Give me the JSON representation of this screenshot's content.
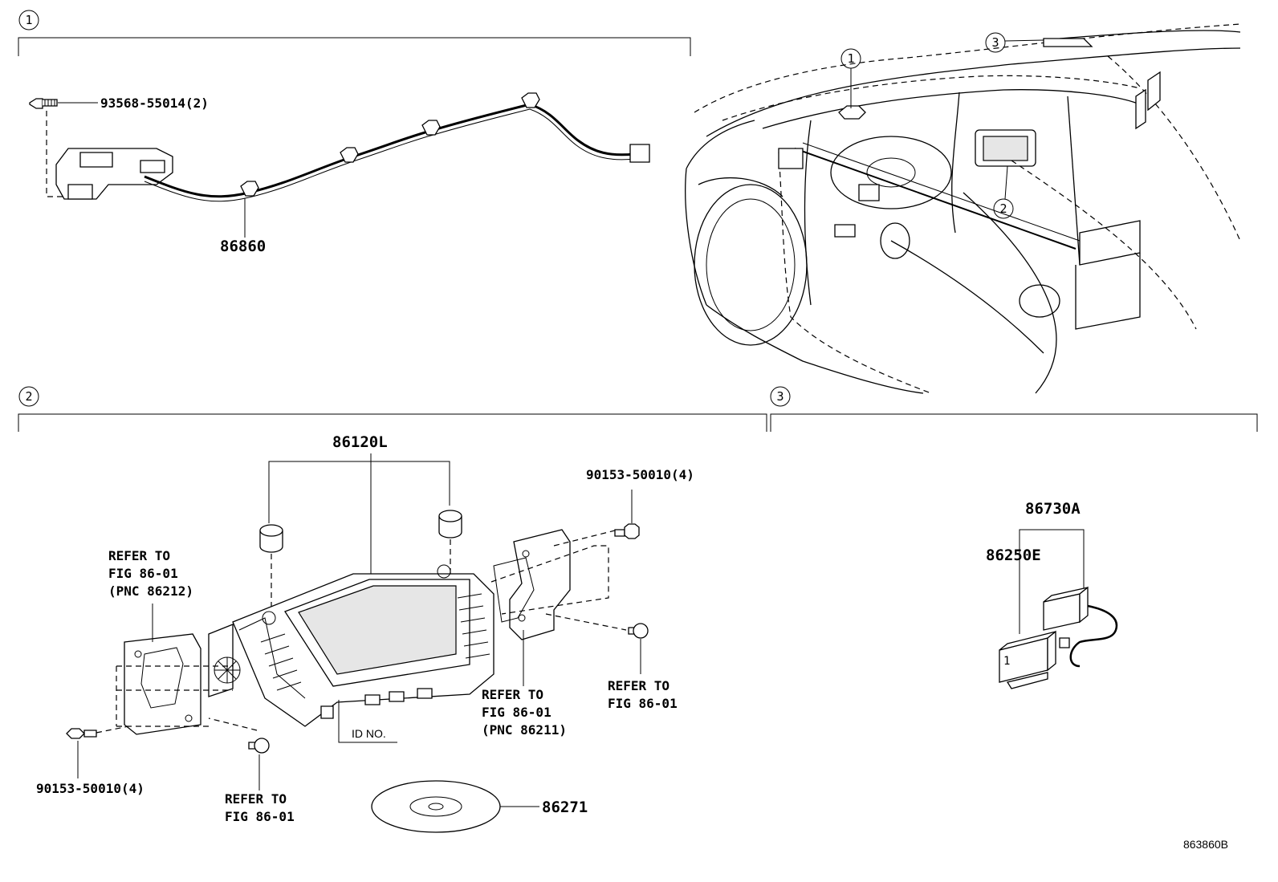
{
  "sections": {
    "s1": "1",
    "s2": "2",
    "s3": "3"
  },
  "callouts": {
    "c1": "1",
    "c2": "2",
    "c3": "3"
  },
  "labels": {
    "screw_1": "93568-55014(2)",
    "harness": "86860",
    "display_assy": "86120L",
    "bolt_right": "90153-50010(4)",
    "bolt_left": "90153-50010(4)",
    "refer_left": [
      "REFER TO",
      "FIG 86-01",
      "(PNC 86212)"
    ],
    "refer_right_bracket": [
      "REFER TO",
      "FIG 86-01",
      "(PNC 86211)"
    ],
    "refer_right_screw": [
      "REFER TO",
      "FIG 86-01"
    ],
    "refer_bottom_screw": [
      "REFER TO",
      "FIG 86-01"
    ],
    "id_no": "ID NO.",
    "disc": "86271",
    "module_assy": "86730A",
    "module_sub": "86250E",
    "figure_id": "863860B"
  }
}
